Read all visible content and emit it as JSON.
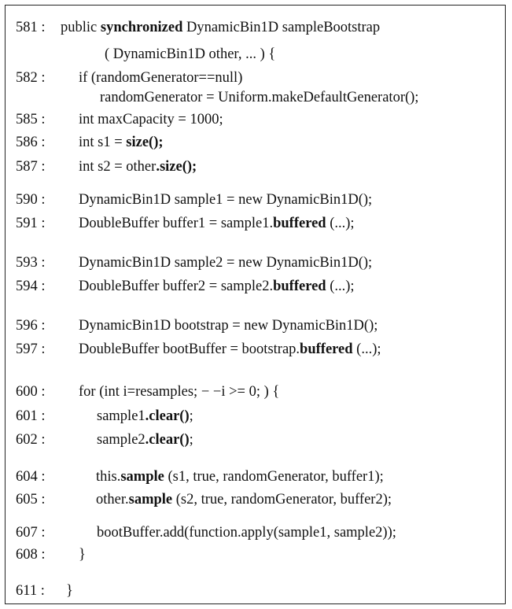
{
  "listing": [
    {
      "num": "581 :",
      "parts": [
        {
          "t": "public "
        },
        {
          "t": "synchronized",
          "b": true
        },
        {
          "t": " DynamicBin1D sampleBootstrap"
        }
      ]
    },
    {
      "num": "",
      "parts": [
        {
          "t": "( DynamicBin1D other, ... ) {"
        }
      ]
    },
    {
      "num": "582 :",
      "parts": [
        {
          "t": "if (randomGenerator==null)"
        }
      ]
    },
    {
      "num": "",
      "parts": [
        {
          "t": "randomGenerator = Uniform.makeDefaultGenerator();"
        }
      ]
    },
    {
      "num": "585 :",
      "parts": [
        {
          "t": "int maxCapacity = 1000;"
        }
      ]
    },
    {
      "num": "586 :",
      "parts": [
        {
          "t": "int s1 = "
        },
        {
          "t": "size();",
          "b": true
        }
      ]
    },
    {
      "num": "587 :",
      "parts": [
        {
          "t": "int s2 = other"
        },
        {
          "t": ".size();",
          "b": true
        }
      ]
    },
    {
      "num": "590 :",
      "parts": [
        {
          "t": "DynamicBin1D sample1 = new DynamicBin1D();"
        }
      ]
    },
    {
      "num": "591 :",
      "parts": [
        {
          "t": "DoubleBuffer buffer1 = sample1."
        },
        {
          "t": "buffered",
          "b": true
        },
        {
          "t": " (...);"
        }
      ]
    },
    {
      "num": "593 :",
      "parts": [
        {
          "t": "DynamicBin1D sample2 = new DynamicBin1D();"
        }
      ]
    },
    {
      "num": "594 :",
      "parts": [
        {
          "t": "DoubleBuffer buffer2 = sample2."
        },
        {
          "t": "buffered",
          "b": true
        },
        {
          "t": " (...);"
        }
      ]
    },
    {
      "num": "596 :",
      "parts": [
        {
          "t": "DynamicBin1D bootstrap = new DynamicBin1D();"
        }
      ]
    },
    {
      "num": "597 :",
      "parts": [
        {
          "t": "DoubleBuffer bootBuffer = bootstrap."
        },
        {
          "t": "buffered",
          "b": true
        },
        {
          "t": " (...);"
        }
      ]
    },
    {
      "num": "600 :",
      "parts": [
        {
          "t": "for (int i=resamples; − −i >= 0; ) {"
        }
      ]
    },
    {
      "num": "601 :",
      "parts": [
        {
          "t": "sample1"
        },
        {
          "t": ".clear()",
          "b": true
        },
        {
          "t": ";"
        }
      ]
    },
    {
      "num": "602 :",
      "parts": [
        {
          "t": "sample2"
        },
        {
          "t": ".clear()",
          "b": true
        },
        {
          "t": ";"
        }
      ]
    },
    {
      "num": "604 :",
      "parts": [
        {
          "t": "this."
        },
        {
          "t": "sample",
          "b": true
        },
        {
          "t": " (s1, true, randomGenerator, buffer1);"
        }
      ]
    },
    {
      "num": "605 :",
      "parts": [
        {
          "t": "other."
        },
        {
          "t": "sample",
          "b": true
        },
        {
          "t": " (s2, true, randomGenerator, buffer2);"
        }
      ]
    },
    {
      "num": "607 :",
      "parts": [
        {
          "t": "bootBuffer.add(function.apply(sample1, sample2));"
        }
      ]
    },
    {
      "num": "608 :",
      "parts": [
        {
          "t": "}"
        }
      ]
    },
    {
      "num": "611 :",
      "parts": [
        {
          "t": "}"
        }
      ]
    }
  ]
}
